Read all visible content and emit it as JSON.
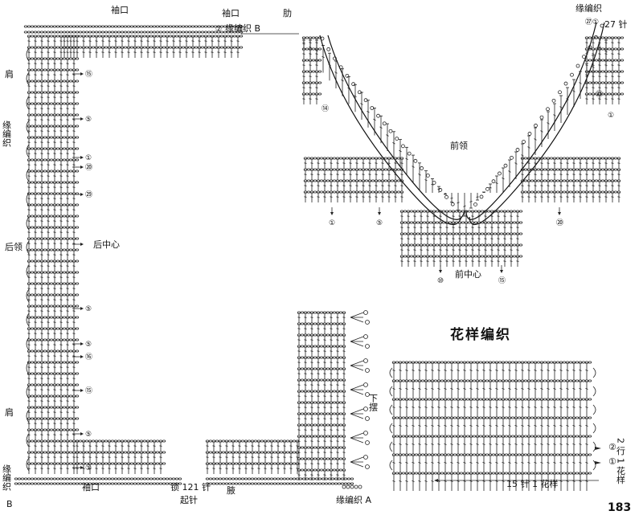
{
  "labels": {
    "sleeve_top": "袖口",
    "sleeve_top_right": "袖口",
    "armpit": "肋",
    "edging_b": "缘编织 B",
    "edging_b_num": "②",
    "edging_top_right": "缘编织",
    "stitches_27": "27 针",
    "shoulder_top": "肩",
    "shoulder_bottom": "肩",
    "edging_side": "缘编织",
    "back_neck": "后领",
    "back_center": "后中心",
    "front_neck": "前领",
    "front_center": "前中心",
    "sleeve_bottom": "袖口",
    "armpit_bottom": "腋",
    "hem": "下摆",
    "chain_121": "锁 121 针",
    "start": "起针",
    "edging_a": "缘编织 A",
    "label_b": "B",
    "pattern_title": "花样编织",
    "pattern_repeat": "15 针 1 花样",
    "rows_label": "2 行 1 花样",
    "row2": "②",
    "row1": "①",
    "page_number": "183"
  },
  "row_markers_left": [
    "⑮",
    "⑤",
    "①",
    "⑳",
    "㉙",
    "⑤",
    "⑤",
    "⑯",
    "⑮",
    "⑤",
    "①"
  ],
  "row_markers_neck": [
    "⑭",
    "①",
    "⑤",
    "⑩",
    "⑮",
    "⑳",
    "㉓",
    "①",
    "⑳",
    "㉗",
    "①"
  ]
}
